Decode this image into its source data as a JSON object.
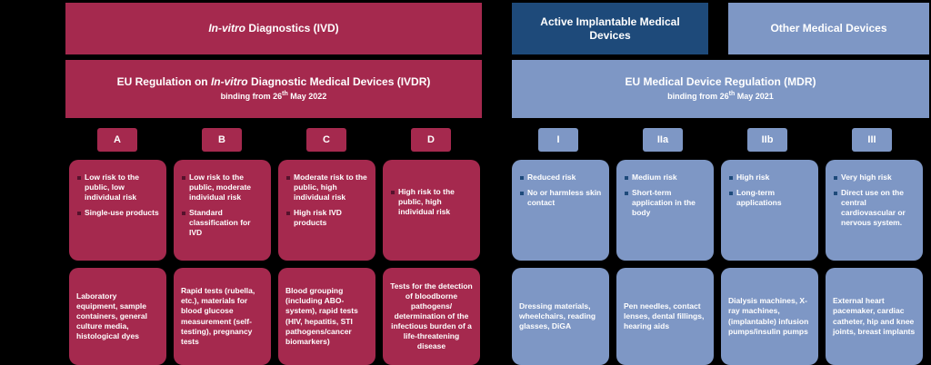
{
  "colors": {
    "crimson": "#A5294E",
    "navy": "#1E4A7A",
    "light_blue": "#7E97C5",
    "text": "#FFFFFF"
  },
  "ivd": {
    "header": {
      "title_italic": "In-vitro",
      "title_rest": " Diagnostics (IVD)"
    },
    "regulation": {
      "title_pre": "EU Regulation on ",
      "title_italic": "In-vitro",
      "title_post": " Diagnostic Medical Devices (IVDR)",
      "binding_pre": "binding from 26",
      "binding_sup": "th",
      "binding_post": " May 2022"
    },
    "classes": [
      {
        "label": "A",
        "risks": [
          "Low risk to the public, low individual risk",
          "Single-use products"
        ],
        "examples": "Laboratory equipment, sample containers, general culture media, histological dyes"
      },
      {
        "label": "B",
        "risks": [
          "Low risk to the public, moderate individual risk",
          "Standard classification for IVD"
        ],
        "examples": "Rapid tests (rubella, etc.), materials for blood glucose measurement (self-testing), pregnancy tests"
      },
      {
        "label": "C",
        "risks": [
          "Moderate risk to the public, high individual risk",
          "High risk IVD products"
        ],
        "examples": "Blood grouping (including ABO-system), rapid tests (HIV, hepatitis, STI pathogens/cancer biomarkers)"
      },
      {
        "label": "D",
        "risks": [
          "High risk to the public, high individual risk"
        ],
        "examples": "Tests for the detection of bloodborne pathogens/ determination of the infectious burden of a life-threatening disease"
      }
    ]
  },
  "md": {
    "header_aimd": "Active Implantable Medical Devices",
    "header_other": "Other Medical Devices",
    "regulation": {
      "title": "EU Medical Device Regulation (MDR)",
      "binding_pre": "binding from 26",
      "binding_sup": "th",
      "binding_post": " May 2021"
    },
    "classes": [
      {
        "label": "I",
        "risks": [
          "Reduced risk",
          "No or harmless skin contact"
        ],
        "examples": "Dressing materials, wheelchairs, reading glasses, DiGA"
      },
      {
        "label": "IIa",
        "risks": [
          "Medium risk",
          "Short-term application in the body"
        ],
        "examples": "Pen needles, contact lenses, dental fillings, hearing aids"
      },
      {
        "label": "IIb",
        "risks": [
          "High risk",
          "Long-term applications"
        ],
        "examples": "Dialysis machines, X-ray machines, (implantable) infusion pumps/insulin pumps"
      },
      {
        "label": "III",
        "risks": [
          "Very high risk",
          "Direct use on the central cardiovascular or nervous system."
        ],
        "examples": "External heart pacemaker, cardiac catheter, hip and knee joints, breast implants"
      }
    ]
  }
}
